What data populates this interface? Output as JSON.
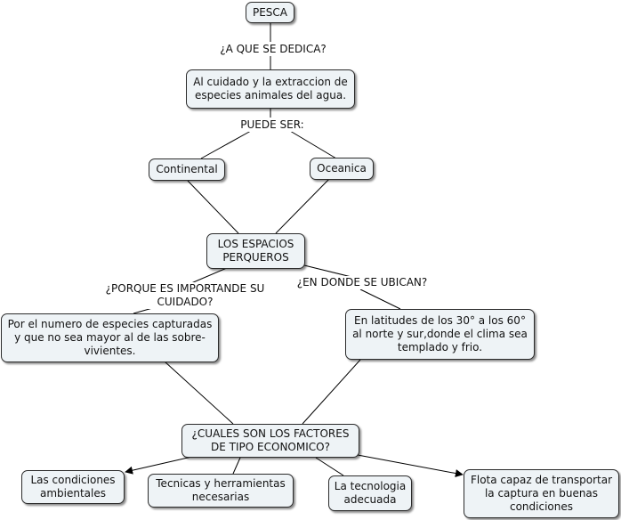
{
  "nodes": {
    "pesca": "PESCA",
    "cuidado": "Al cuidado y la extraccion de\nespecies animales del agua.",
    "continental": "Continental",
    "oceanica": "Oceanica",
    "espacios": "LOS ESPACIOS\nPERQUEROS",
    "numero": "Por el numero de especies capturadas\ny que no sea mayor al de las sobre-\nvivientes.",
    "latitudes": "En latitudes de los 30° a los 60°\nal norte y sur,donde el clima sea\ntemplado y frio.",
    "factores": "¿CUALES SON LOS FACTORES\nDE TIPO ECONOMICO?",
    "condiciones": "Las condiciones\nambientales",
    "tecnicas": "Tecnicas y herramientas\nnecesarias",
    "tecnologia": "La tecnologia\nadecuada",
    "flota": "Flota capaz de transportar\nla captura en buenas\ncondiciones"
  },
  "links": {
    "dedica": "¿A QUE SE DEDICA?",
    "puede": "PUEDE SER:",
    "porque": "¿PORQUE ES IMPORTANDE SU\nCUIDADO?",
    "donde": "¿EN DONDE SE UBICAN?"
  }
}
